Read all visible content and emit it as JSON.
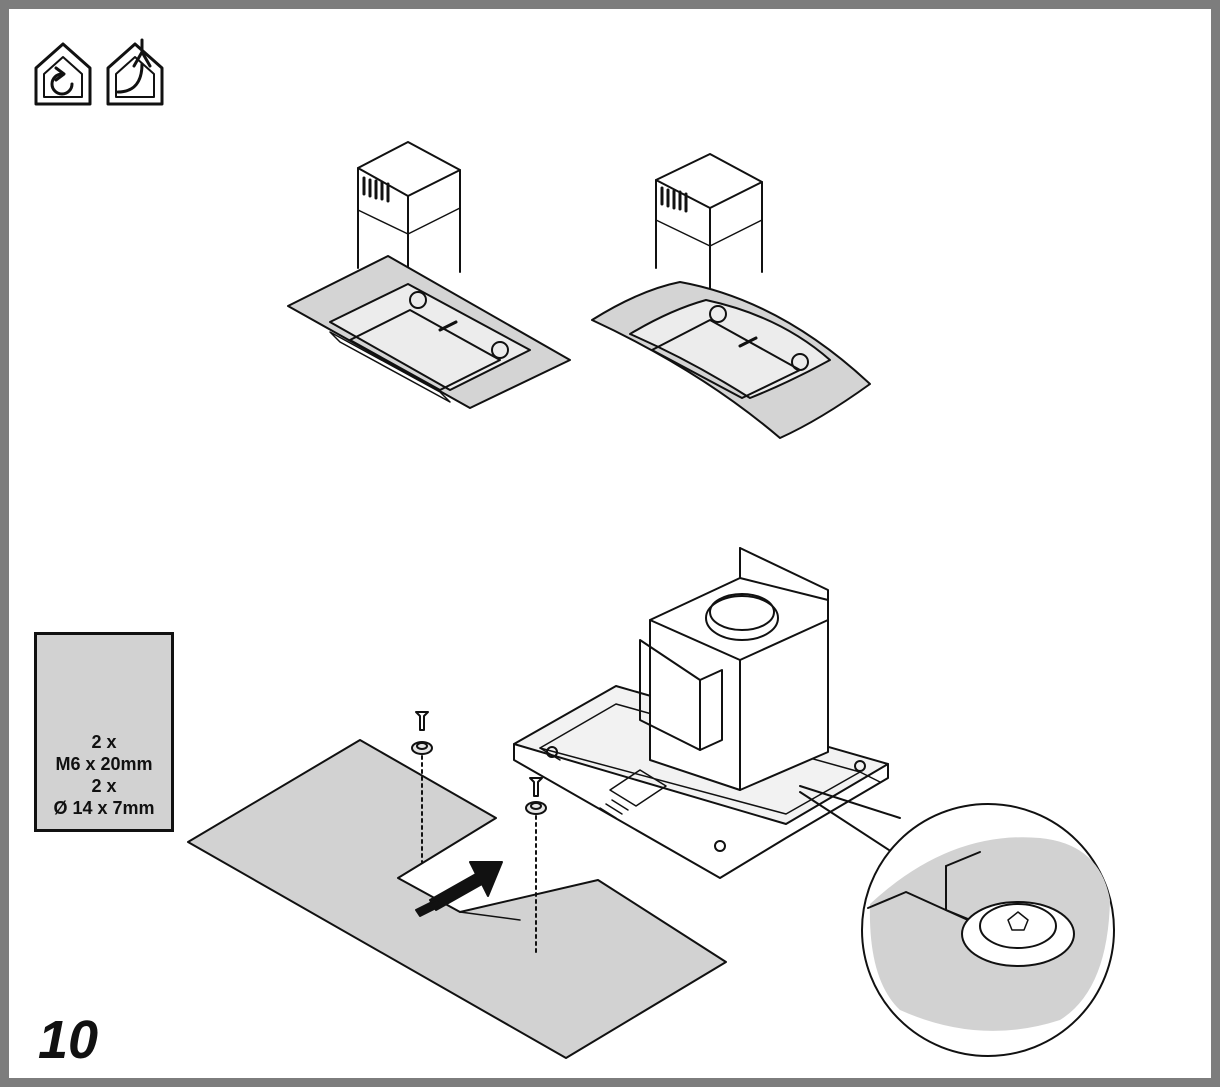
{
  "header": {
    "icons": [
      "recirculation-mode-icon",
      "extraction-mode-icon"
    ]
  },
  "models": [
    "flat-glass-chimney-hood",
    "curved-glass-chimney-hood"
  ],
  "parts": {
    "screw_qty": "2 x",
    "screw_spec": "M6 x 20mm",
    "spacer_qty": "2 x",
    "spacer_spec": "Ø 14 x 7mm"
  },
  "step": {
    "number": "10"
  },
  "colors": {
    "frame": "#7d7d7d",
    "panel": "#d2d2d2",
    "glass": "#d4d4d4",
    "line": "#111111"
  }
}
